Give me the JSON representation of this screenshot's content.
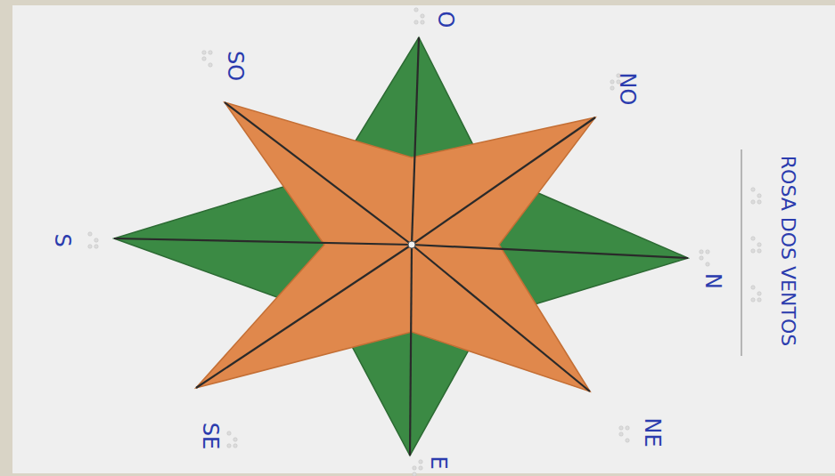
{
  "diagram": {
    "title": "ROSA DOS VENTOS",
    "labels": [
      "O",
      "NO",
      "N",
      "NE",
      "E",
      "SE",
      "S",
      "SO"
    ]
  }
}
